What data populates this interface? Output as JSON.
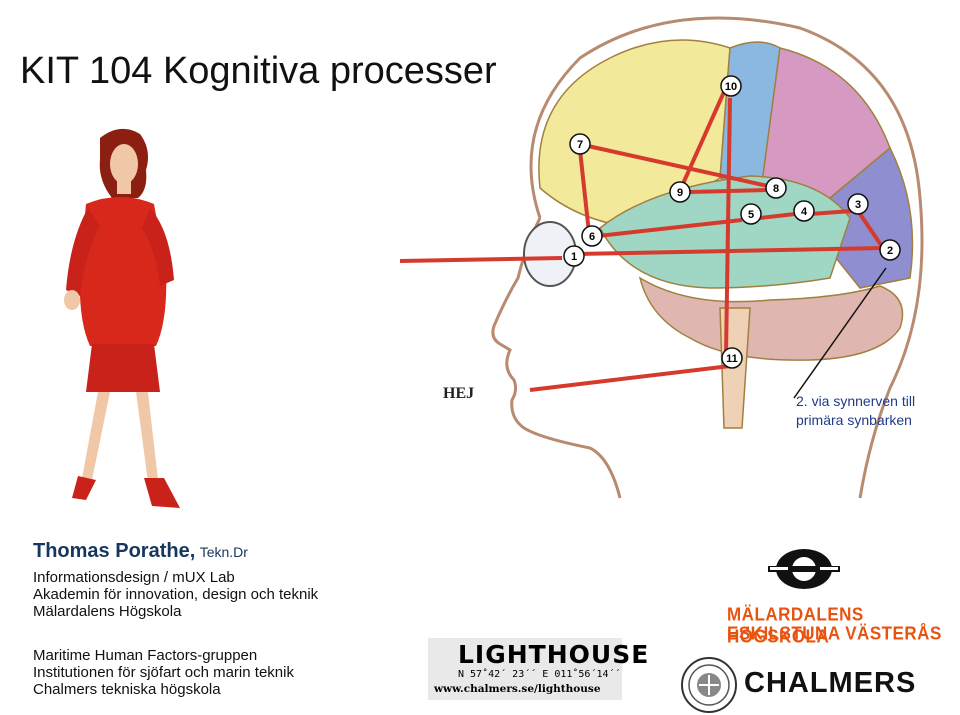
{
  "slide": {
    "title": "KIT 104 Kognitiva processer"
  },
  "diagram": {
    "hej_label": "HEJ",
    "caption_line1": "2. via synnerven till",
    "caption_line2": "primära synbarken",
    "nodes": [
      "1",
      "2",
      "3",
      "4",
      "5",
      "6",
      "7",
      "8",
      "9",
      "10",
      "11"
    ]
  },
  "author": {
    "name": "Thomas Porathe,",
    "degree": "Tekn.Dr",
    "lines": [
      "Informationsdesign / mUX Lab",
      "Akademin för innovation, design och teknik",
      "Mälardalens Högskola"
    ],
    "lines2": [
      "Maritime Human Factors-gruppen",
      "Institutionen för sjöfart och marin teknik",
      "Chalmers tekniska högskola"
    ]
  },
  "logos": {
    "lighthouse_brand": "LIGHTHOUSE",
    "lighthouse_coords": "N 57˚42´ 23´´ E 011˚56´14´´",
    "lighthouse_url": "www.chalmers.se/lighthouse",
    "mdh_line1": "MÄLARDALENS HÖGSKOLA",
    "mdh_line2": "ESKILSTUNA VÄSTERÅS",
    "chalmers": "CHALMERS"
  },
  "colors": {
    "arrow": "#d63a2c",
    "suit": "#d8281c",
    "frontal_lobe": "#f3e99a",
    "motor_cortex": "#8ab8e0",
    "parietal_lobe": "#d69ac2",
    "occipital_lobe": "#8e8ed0",
    "temporal_lobe": "#9fd6c4",
    "cerebellum": "#e0b6b0",
    "mdh_orange": "#e8540f"
  }
}
